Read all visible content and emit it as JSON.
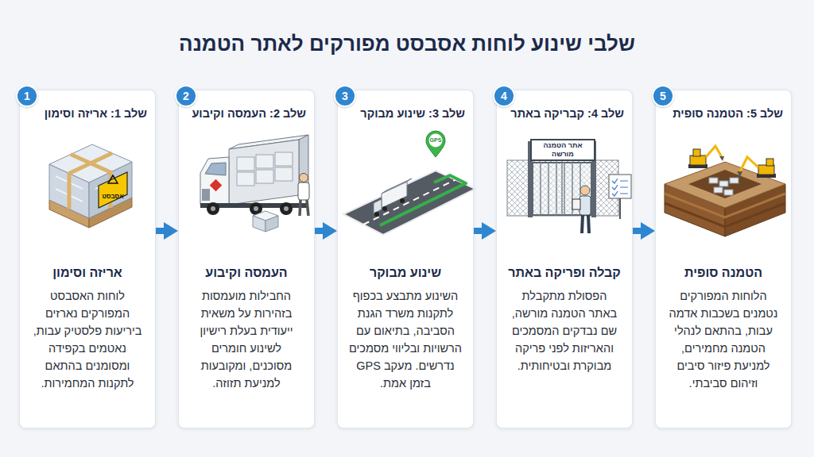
{
  "diagram": {
    "title": "שלבי שינוע לוחות אסבסט מפורקים לאתר הטמנה",
    "nodes": [
      {
        "text": [
          "שלב 1: אריזה וסימון",
          "אריזה וסימון",
          "לוחות האסבסט המפורקים נארזים ביריעות פלסטיק עבות, נאטמים בקפידה ומסומנים בהתאם לתקנות המחמירות."
        ]
      },
      {
        "text": [
          "1"
        ],
        "in": 0
      },
      {
        "text": [
          "שלב 2: העמסה וקיבוע",
          "העמסה וקיבוע",
          "החבילות מועמסות בזהירות על משאית ייעודית בעלת רישיון לשינוע חומרים מסוכנים, ומקובעות למניעת תזוזה."
        ]
      },
      {
        "text": [
          "2"
        ],
        "in": 2
      },
      {
        "text": [
          "שלב 3: שינוע מבוקר",
          "שינוע מבוקר",
          "השינוע מתבצע בכפוף לתקנות משרד הגנת הסביבה, בתיאום עם הרשויות ובליווי מסמכים נדרשים. מעקב GPS בזמן אמת."
        ]
      },
      {
        "text": [
          "3"
        ],
        "in": 4
      },
      {
        "text": [
          "שלב 4: קבריקה באתר",
          "קבלה ופריקה באתר",
          "הפסולת מתקבלת באתר הטמנה מורשה, שם נבדקים המסמכים והאריזות לפני פריקה מבוקרת ובטיחותית."
        ]
      },
      {
        "text": [
          "4"
        ],
        "in": 6
      },
      {
        "text": [
          "שלב 5: הטמנה סופית",
          "הטמנה סופית",
          "הלוחות המפורקים נטמנים בשכבות אדמה עבות, בהתאם לנהלי הטמנה מחמירים, למניעת פיזור סיבים וזיהום סביבתי."
        ]
      },
      {
        "text": [
          "5"
        ],
        "in": 8
      }
    ],
    "edges": [
      {
        "from": 0,
        "to": 2,
        "arrow": "to"
      },
      {
        "from": 2,
        "to": 4,
        "arrow": "to"
      },
      {
        "from": 4,
        "to": 6,
        "arrow": "to"
      },
      {
        "from": 6,
        "to": 8,
        "arrow": "to"
      }
    ],
    "labels": [
      "אסבסט",
      "GPS",
      "אתר הטמנה מורשה"
    ]
  }
}
